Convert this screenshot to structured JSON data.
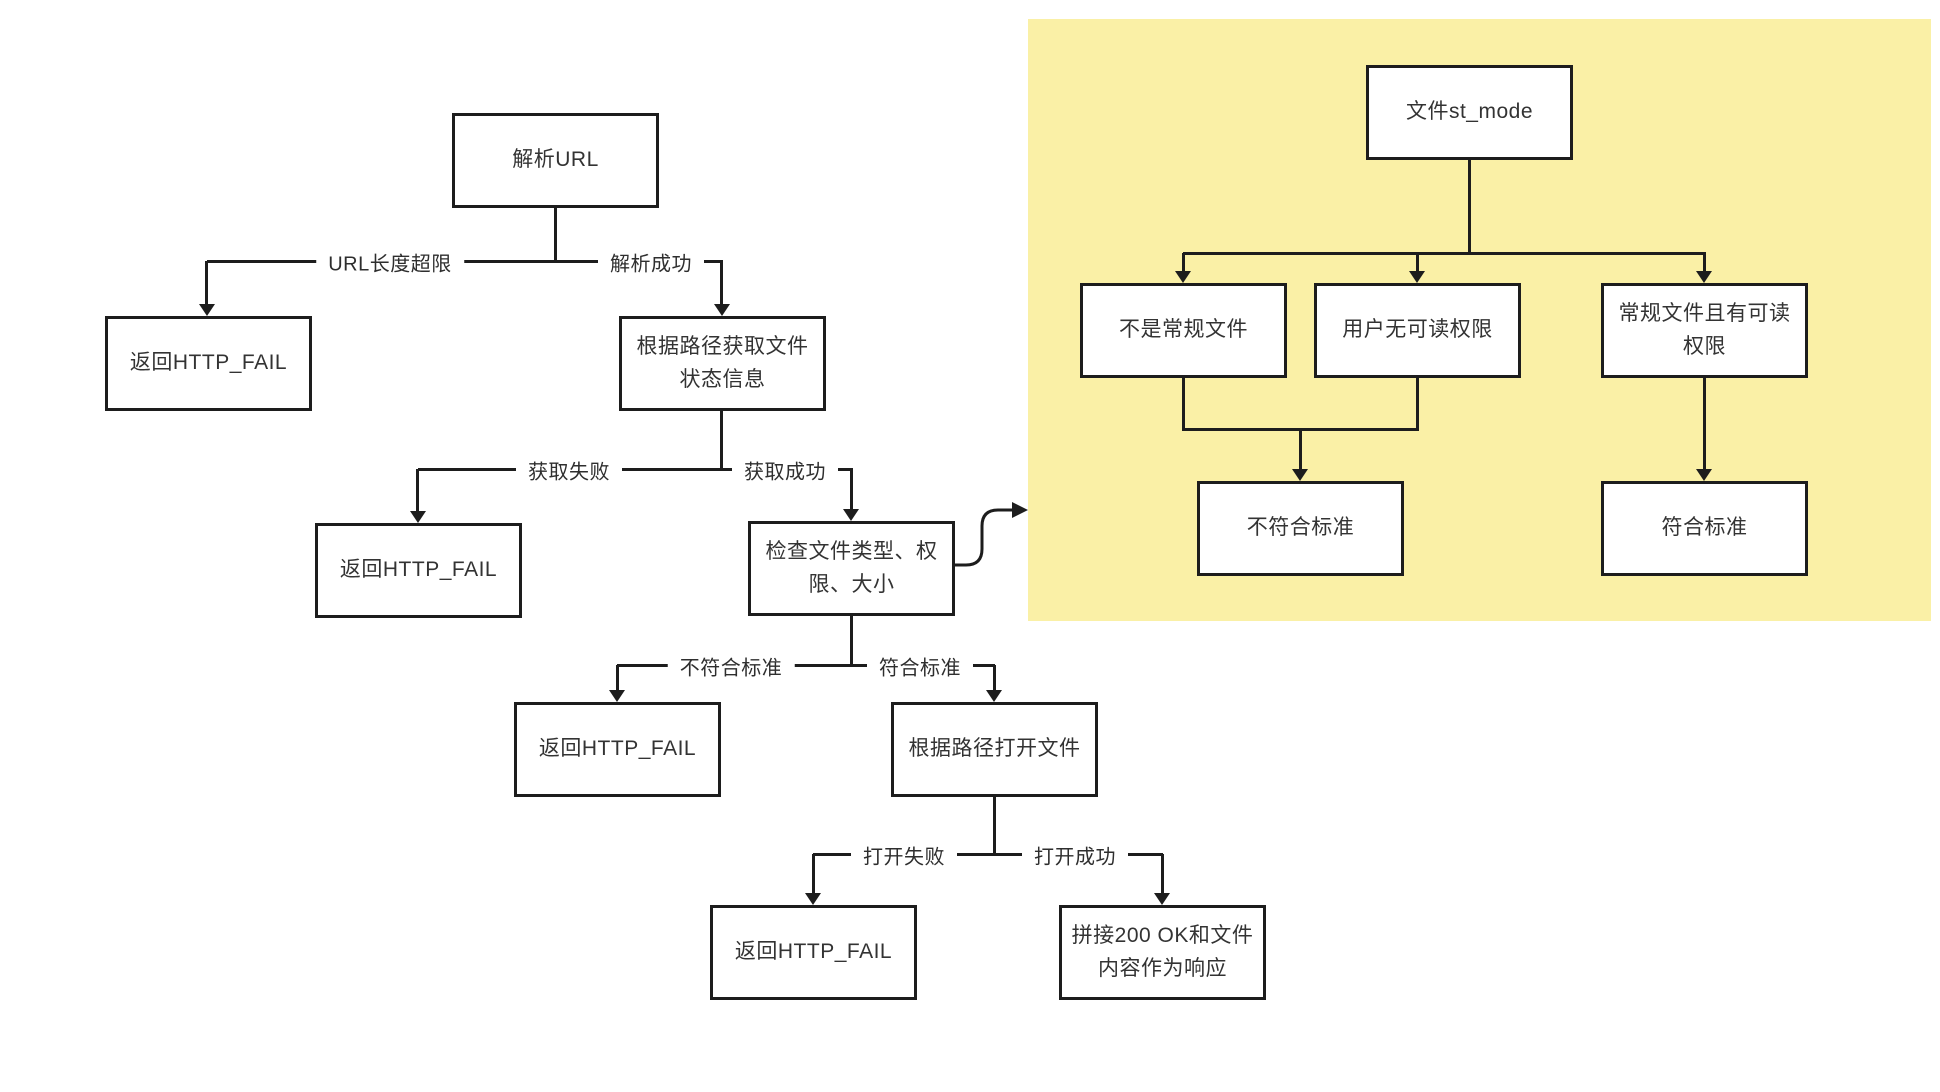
{
  "colors": {
    "highlight": "#FAF0A6",
    "line": "#1D1D1D",
    "node_bg": "#FFFFFF",
    "text": "#333333"
  },
  "main_flow": {
    "nodes": {
      "parse_url": "解析URL",
      "fail_url": "返回HTTP_FAIL",
      "get_stat": "根据路径获取文件\n状态信息",
      "fail_stat": "返回HTTP_FAIL",
      "check": "检查文件类型、权\n限、大小",
      "fail_check": "返回HTTP_FAIL",
      "open_file": "根据路径打开文件",
      "fail_open": "返回HTTP_FAIL",
      "response": "拼接200 OK和文件\n内容作为响应"
    },
    "edge_labels": {
      "url_too_long": "URL长度超限",
      "parse_ok": "解析成功",
      "stat_fail": "获取失败",
      "stat_ok": "获取成功",
      "not_standard": "不符合标准",
      "standard": "符合标准",
      "open_fail": "打开失败",
      "open_ok": "打开成功"
    }
  },
  "subtree": {
    "nodes": {
      "st_mode": "文件st_mode",
      "not_regular": "不是常规文件",
      "no_read_perm": "用户无可读权限",
      "regular_readable": "常规文件且有可读\n权限",
      "not_standard": "不符合标准",
      "standard": "符合标准"
    }
  }
}
